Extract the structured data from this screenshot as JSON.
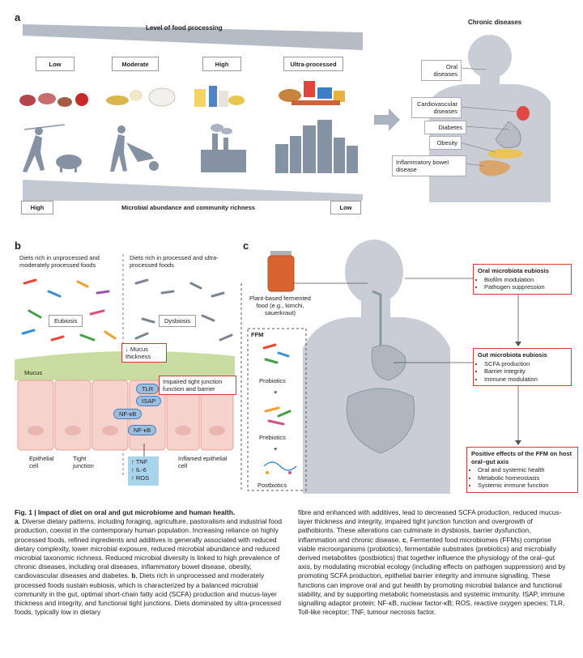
{
  "panel_a": {
    "letter": "a",
    "processing_title": "Level of food processing",
    "levels": [
      "Low",
      "Moderate",
      "High",
      "Ultra-processed"
    ],
    "microbial_title": "Microbial abundance and community richness",
    "microbial_high": "High",
    "microbial_low": "Low",
    "diseases_title": "Chronic diseases",
    "diseases": [
      "Oral diseases",
      "Cardiovascular diseases",
      "Diabetes",
      "Obesity",
      "Inflammatory bowel disease"
    ]
  },
  "panel_b": {
    "letter": "b",
    "left_title": "Diets rich in unprocessed and moderately processed foods",
    "right_title": "Diets rich in processed and ultra-processed foods",
    "eubiosis": "Eubiosis",
    "dysbiosis": "Dysbiosis",
    "mucus": "Mucus",
    "mucus_thickness": "↓ Mucus thickness",
    "tlr": "TLR",
    "isap": "ISAP",
    "nfkb1": "NF-κB",
    "nfkb2": "NF-κB",
    "impaired": "Impaired tight junction function and barrier",
    "cytokines": [
      "↑ TNF",
      "↑ IL-6",
      "↑ ROS"
    ],
    "epithelial_cell": "Epithelial cell",
    "tight_junction": "Tight junction",
    "inflamed_cell": "Inflamed epithelial cell"
  },
  "panel_c": {
    "letter": "c",
    "food_label": "Plant-based fermented food (e.g., kimchi, sauerkraut)",
    "ffm_title": "FFM",
    "probiotics": "Probiotics",
    "prebiotics": "Prebiotics",
    "postbiotics": "Postbiotics",
    "plus": "+",
    "oral_box": {
      "title": "Oral microbiota eubiosis",
      "items": [
        "Biofilm modulation",
        "Pathogen suppression"
      ]
    },
    "gut_box": {
      "title": "Gut microbiota eubiosis",
      "items": [
        "SCFA production",
        "Barrier integrity",
        "Immune modulation"
      ]
    },
    "positive_box": {
      "title": "Positive effects of the FFM on host oral–gut axis",
      "items": [
        "Oral and systemic health",
        "Metabolic homeostasis",
        "Systemic immune function"
      ]
    }
  },
  "caption": {
    "title": "Fig. 1 | Impact of diet on oral and gut microbiome and human health.",
    "col1_a_label": "a",
    "col1_a": ", Diverse dietary patterns, including foraging, agriculture, pastoralism and industrial food production, coexist in the contemporary human population. Increasing reliance on highly processed foods, refined ingredients and additives is generally associated with reduced dietary complexity, lower microbial exposure, reduced microbial abundance and reduced microbial taxonomic richness. Reduced microbial diversity is linked to high prevalence of chronic diseases, including oral diseases, inflammatory bowel disease, obesity, cardiovascular diseases and diabetes.",
    "col1_b_label": "b",
    "col1_b": ", Diets rich in unprocessed and moderately processed foods sustain eubiosis, which is characterized by a balanced microbial community in the gut, optimal short-chain fatty acid (SCFA) production and mucus-layer thickness and integrity, and functional tight junctions. Diets dominated by ultra-processed foods, typically low in dietary",
    "col2_pre": "fibre and enhanced with additives, lead to decreased SCFA production, reduced mucus-layer thickness and integrity, impaired tight junction function and overgrowth of pathobionts. These alterations can culminate in dysbiosis, barrier dysfunction, inflammation and chronic disease.",
    "col2_c_label": "c",
    "col2_c": ", Fermented food microbiomes (FFMs) comprise viable microorganisms (probiotics), fermentable substrates (prebiotics) and microbially derived metabolites (postbiotics) that together influence the physiology of the oral–gut axis, by modulating microbial ecology (including effects on pathogen suppression) and by promoting SCFA production, epithelial barrier integrity and immune signalling. These functions can improve oral and gut health by promoting microbial balance and functional stability, and by supporting metabolic homeostasis and systemic immunity. ISAP, immune signalling adaptor protein; NF-κB, nuclear factor-κB; ROS, reactive oxygen species; TLR, Toll-like receptor; TNF, tumour necrosis factor."
  }
}
